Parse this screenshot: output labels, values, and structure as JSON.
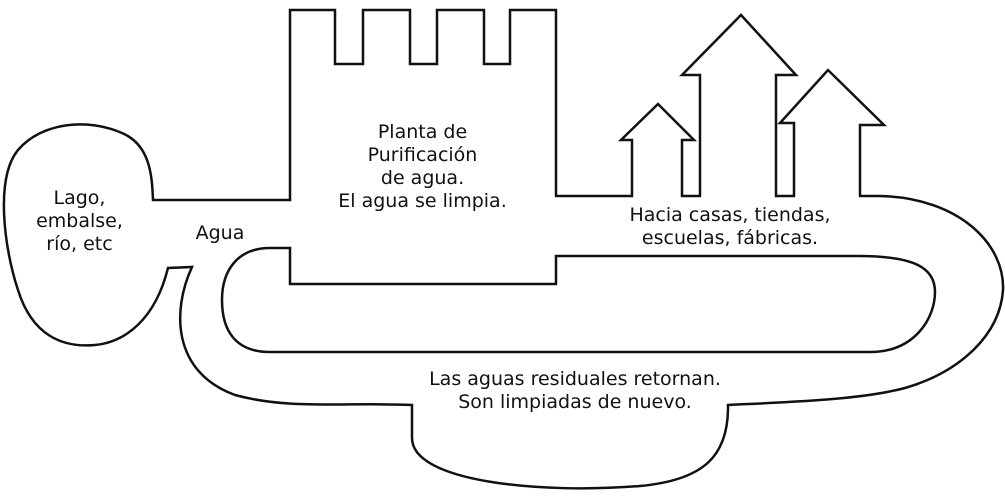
{
  "labels": {
    "source": [
      "Lago,",
      "embalse,",
      "río, etc"
    ],
    "water": "Agua",
    "plant": [
      "Planta de",
      "Purificación",
      "de agua.",
      "El agua se limpia."
    ],
    "destinations": [
      "Hacia casas, tiendas,",
      "escuelas, fábricas."
    ],
    "return": [
      "Las aguas residuales retornan.",
      "Son limpiadas de nuevo."
    ]
  },
  "colors": {
    "line": "#111111",
    "background": "#ffffff"
  }
}
